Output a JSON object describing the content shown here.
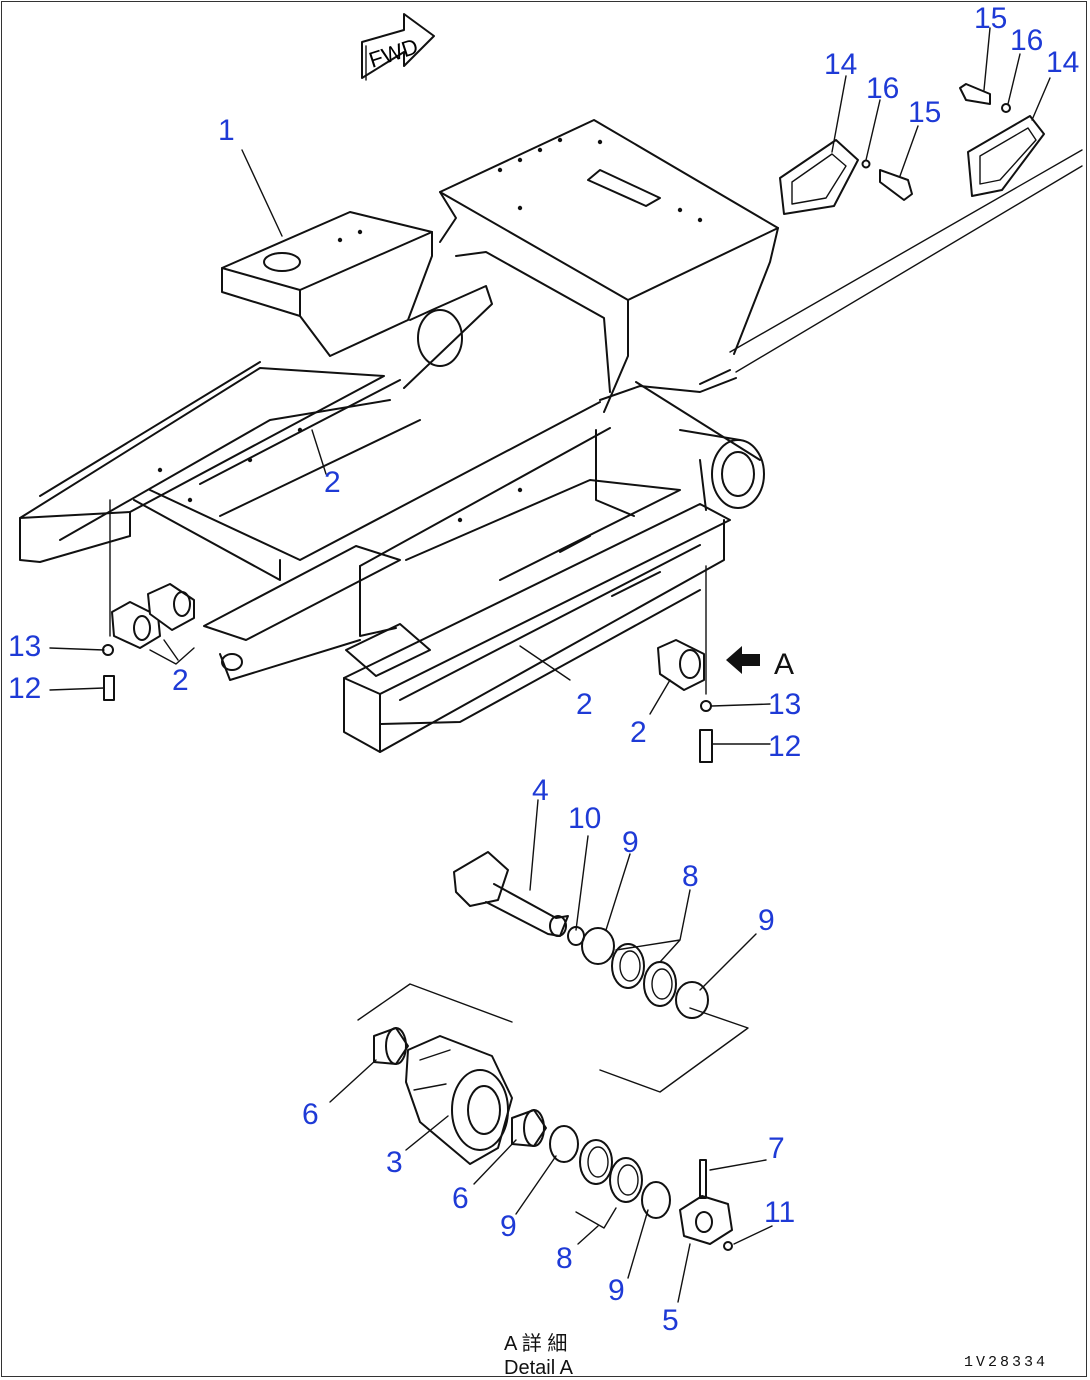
{
  "fwd_marker": "FWD",
  "callouts": {
    "c1": "1",
    "c2a": "2",
    "c2b": "2",
    "c2c": "2",
    "c2d": "2",
    "c3": "3",
    "c4": "4",
    "c5": "5",
    "c6a": "6",
    "c6b": "6",
    "c7": "7",
    "c8a": "8",
    "c8b": "8",
    "c9a": "9",
    "c9b": "9",
    "c9c": "9",
    "c9d": "9",
    "c10": "10",
    "c11": "11",
    "c12a": "12",
    "c12b": "12",
    "c13a": "13",
    "c13b": "13",
    "c14a": "14",
    "c14b": "14",
    "c15a": "15",
    "c15b": "15",
    "c16a": "16",
    "c16b": "16"
  },
  "view_marker": "A",
  "detail_caption_jp": "A 詳 細",
  "detail_caption": "Detail A",
  "drawing_code": "1V28334",
  "colors": {
    "callout": "#1e3ad6",
    "line": "#111111"
  }
}
